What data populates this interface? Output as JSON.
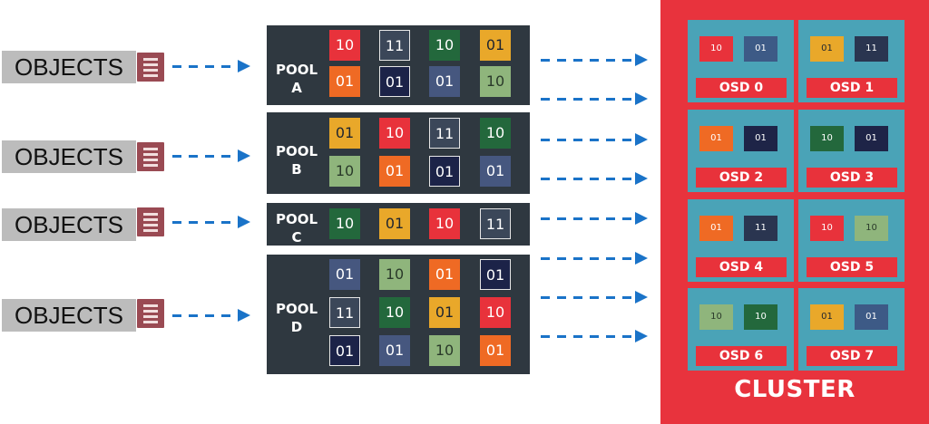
{
  "objects": [
    {
      "label": "OBJECTS"
    },
    {
      "label": "OBJECTS"
    },
    {
      "label": "OBJECTS"
    },
    {
      "label": "OBJECTS"
    }
  ],
  "pools": [
    {
      "label_line1": "POOL",
      "label_line2": "A",
      "cells": [
        [
          "10",
          "11",
          "10",
          "01"
        ],
        [
          "01",
          "01",
          "01",
          "10"
        ]
      ]
    },
    {
      "label_line1": "POOL",
      "label_line2": "B",
      "cells": [
        [
          "01",
          "10",
          "11",
          "10"
        ],
        [
          "10",
          "01",
          "01",
          "01"
        ]
      ]
    },
    {
      "label_line1": "POOL",
      "label_line2": "C",
      "cells": [
        [
          "10",
          "01",
          "10",
          "11"
        ]
      ]
    },
    {
      "label_line1": "POOL",
      "label_line2": "D",
      "cells": [
        [
          "01",
          "10",
          "01",
          "01"
        ],
        [
          "11",
          "10",
          "01",
          "10"
        ],
        [
          "01",
          "01",
          "10",
          "01"
        ]
      ]
    }
  ],
  "cluster": {
    "title": "CLUSTER",
    "osds": [
      {
        "label": "OSD 0",
        "tiles": [
          "10",
          "01"
        ]
      },
      {
        "label": "OSD 1",
        "tiles": [
          "01",
          "11"
        ]
      },
      {
        "label": "OSD 2",
        "tiles": [
          "01",
          "01"
        ]
      },
      {
        "label": "OSD 3",
        "tiles": [
          "10",
          "01"
        ]
      },
      {
        "label": "OSD 4",
        "tiles": [
          "01",
          "11"
        ]
      },
      {
        "label": "OSD 5",
        "tiles": [
          "10",
          "10"
        ]
      },
      {
        "label": "OSD 6",
        "tiles": [
          "10",
          "10"
        ]
      },
      {
        "label": "OSD 7",
        "tiles": [
          "01",
          "01"
        ]
      }
    ]
  },
  "colors": {
    "arrow": "#1a73c8",
    "cluster_bg": "#e8333d",
    "osd_bg": "#4aa3b7",
    "pool_bg": "#2f3840"
  }
}
